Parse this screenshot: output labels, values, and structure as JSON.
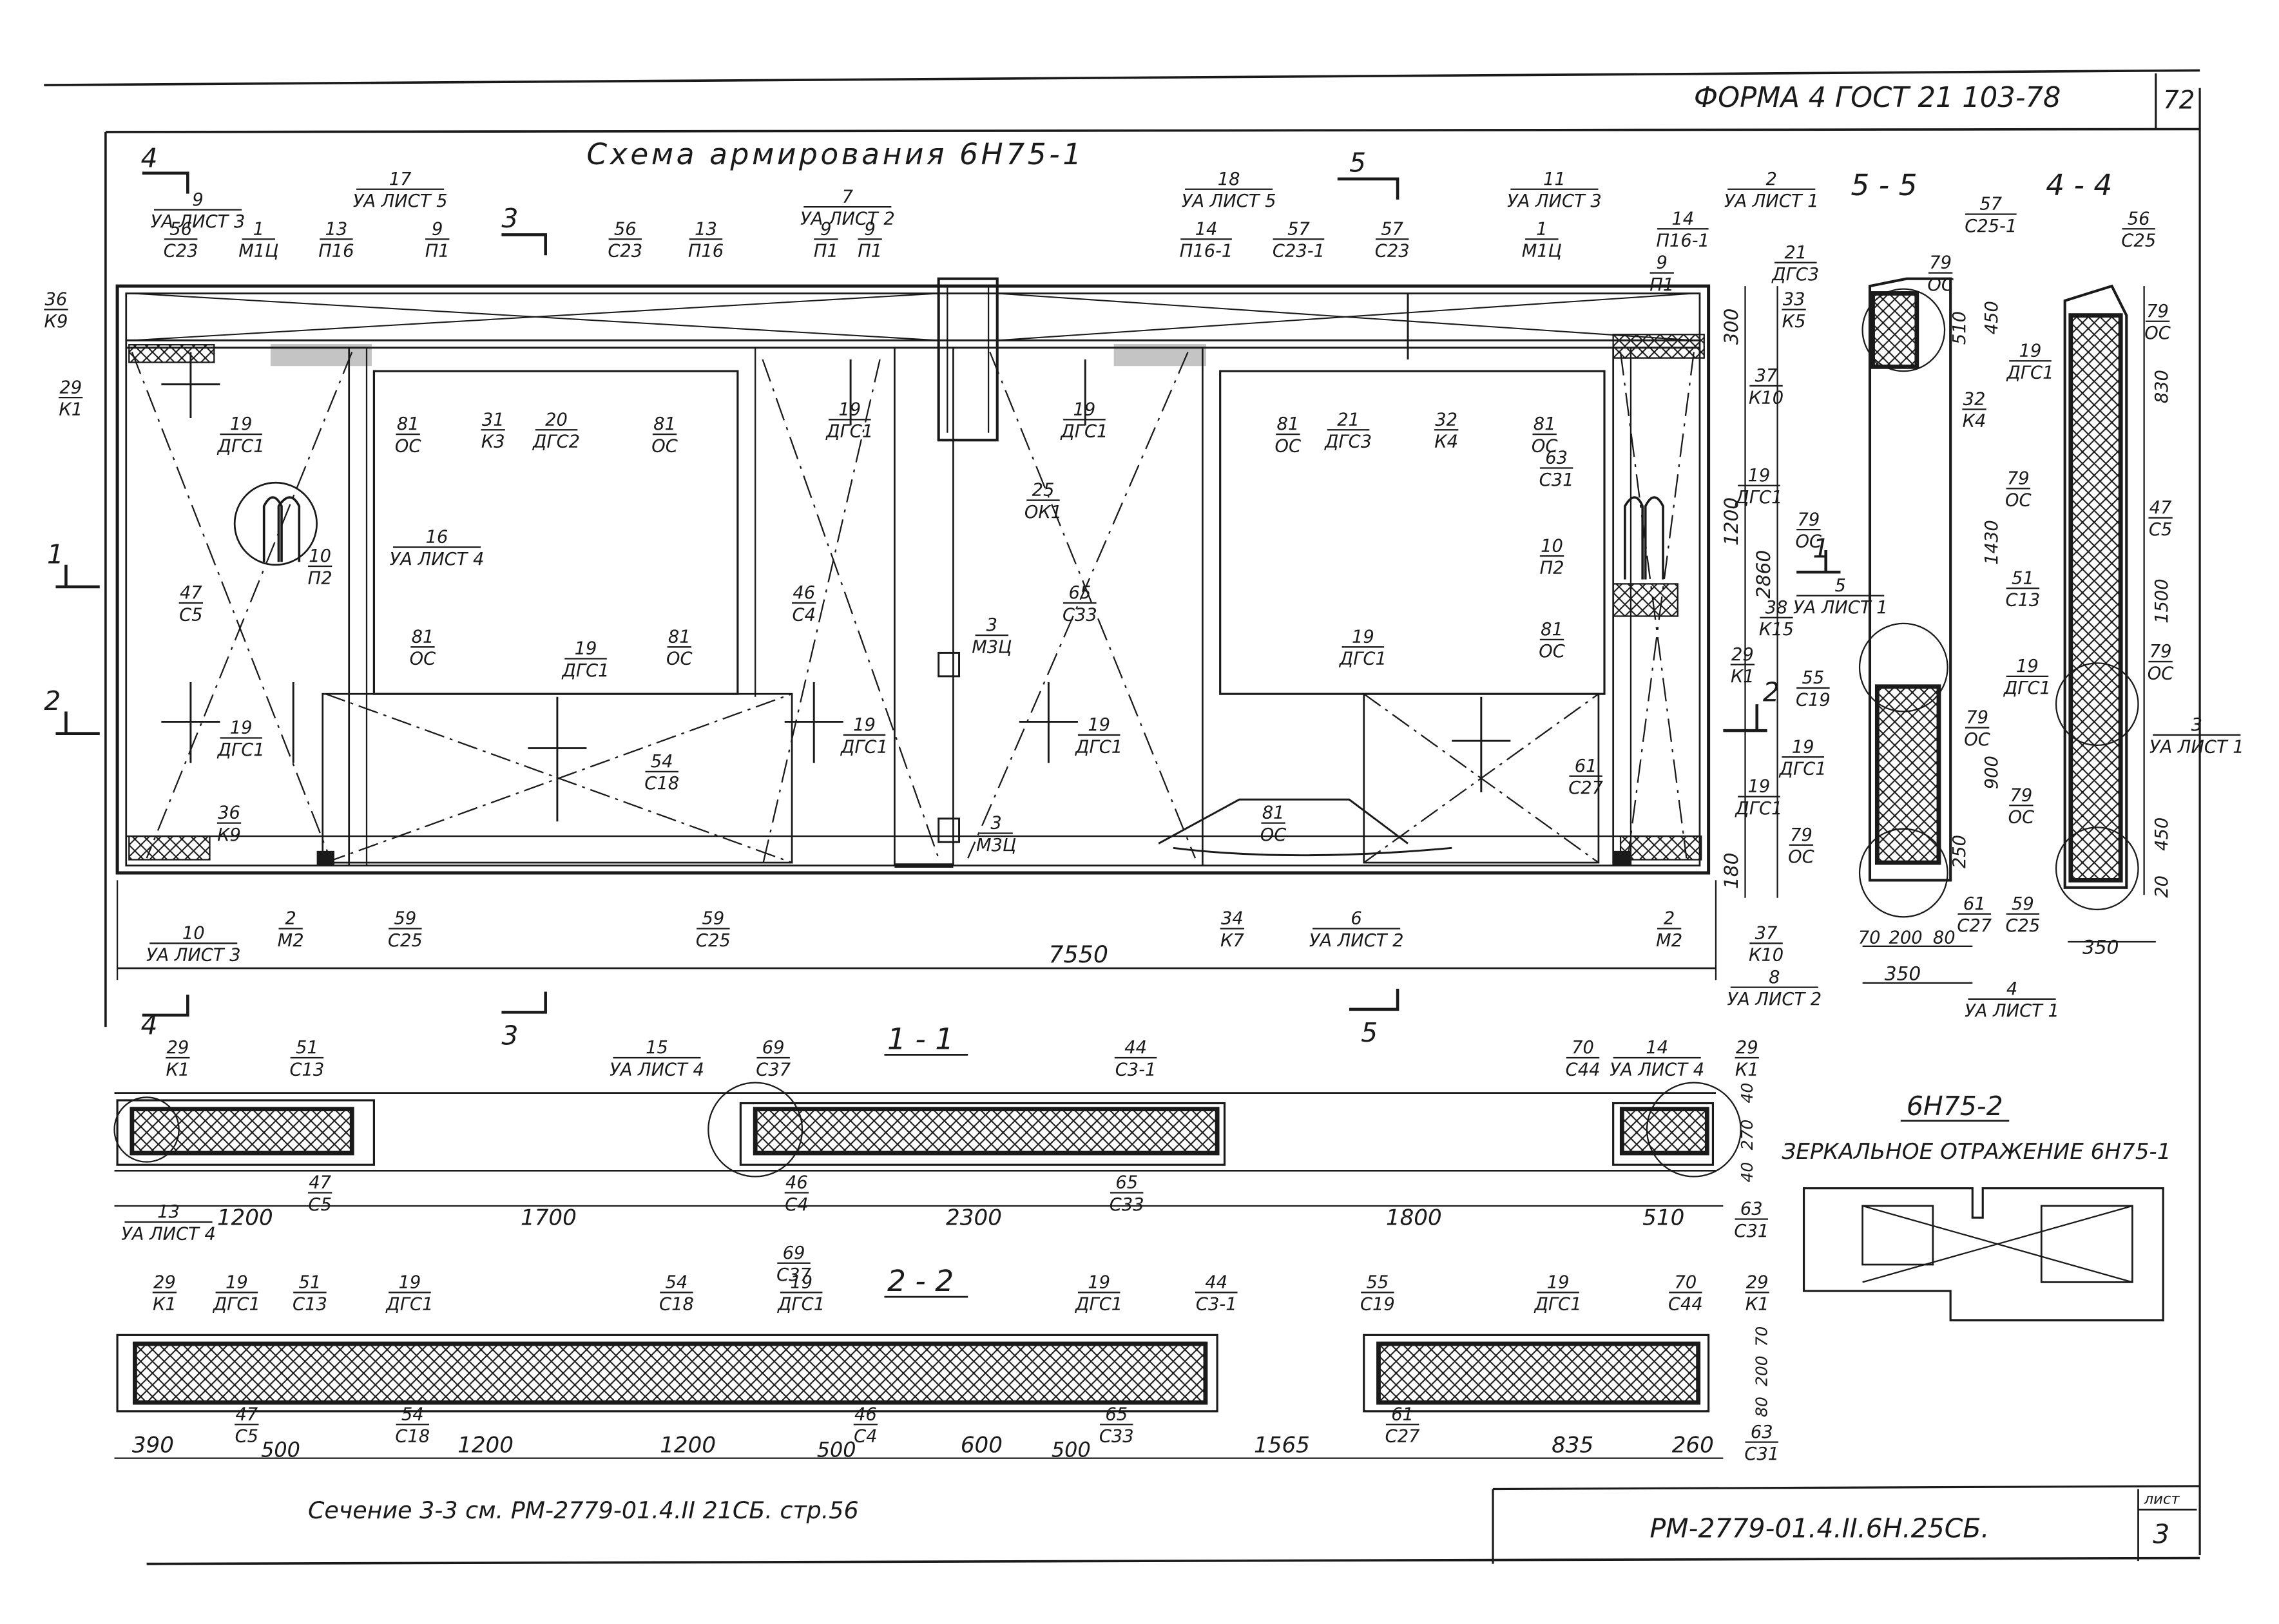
{
  "header": {
    "form_label": "ФОРМА 4 ГОСТ 21 103-78",
    "page_number": "72"
  },
  "plan": {
    "title": "Схема  армирования  6Н75-1",
    "overall_dimension": "7550",
    "callouts": [
      {
        "top": "9",
        "bottom": "УА ЛИСТ 3"
      },
      {
        "top": "56",
        "bottom": "С23"
      },
      {
        "top": "1",
        "bottom": "М1Ц"
      },
      {
        "top": "17",
        "bottom": "УА ЛИСТ 5"
      },
      {
        "top": "13",
        "bottom": "П16"
      },
      {
        "top": "9",
        "bottom": "П1"
      },
      {
        "top": "56",
        "bottom": "С23"
      },
      {
        "top": "13",
        "bottom": "П16"
      },
      {
        "top": "9",
        "bottom": "П1"
      },
      {
        "top": "7",
        "bottom": "УА ЛИСТ 2"
      },
      {
        "top": "9",
        "bottom": "П1"
      },
      {
        "top": "18",
        "bottom": "УА ЛИСТ 5"
      },
      {
        "top": "14",
        "bottom": "П16-1"
      },
      {
        "top": "57",
        "bottom": "С23-1"
      },
      {
        "top": "57",
        "bottom": "С23"
      },
      {
        "top": "11",
        "bottom": "УА ЛИСТ 3"
      },
      {
        "top": "1",
        "bottom": "М1Ц"
      },
      {
        "top": "14",
        "bottom": "П16-1"
      },
      {
        "top": "9",
        "bottom": "П1"
      },
      {
        "top": "36",
        "bottom": "К9"
      },
      {
        "top": "29",
        "bottom": "К1"
      },
      {
        "top": "19",
        "bottom": "ДГС1"
      },
      {
        "top": "81",
        "bottom": "ОС"
      },
      {
        "top": "31",
        "bottom": "К3"
      },
      {
        "top": "20",
        "bottom": "ДГС2"
      },
      {
        "top": "81",
        "bottom": "ОС"
      },
      {
        "top": "19",
        "bottom": "ДГС1"
      },
      {
        "top": "19",
        "bottom": "ДГС1"
      },
      {
        "top": "81",
        "bottom": "ОС"
      },
      {
        "top": "21",
        "bottom": "ДГС3"
      },
      {
        "top": "32",
        "bottom": "К4"
      },
      {
        "top": "81",
        "bottom": "ОС"
      },
      {
        "top": "37",
        "bottom": "К10"
      },
      {
        "top": "25",
        "bottom": "ОК1"
      },
      {
        "top": "16",
        "bottom": "УА ЛИСТ 4"
      },
      {
        "top": "10",
        "bottom": "П2"
      },
      {
        "top": "47",
        "bottom": "С5"
      },
      {
        "top": "46",
        "bottom": "С4"
      },
      {
        "top": "65",
        "bottom": "С33"
      },
      {
        "top": "3",
        "bottom": "М3Ц"
      },
      {
        "top": "63",
        "bottom": "С31"
      },
      {
        "top": "19",
        "bottom": "ДГС1"
      },
      {
        "top": "10",
        "bottom": "П2"
      },
      {
        "top": "81",
        "bottom": "ОС"
      },
      {
        "top": "19",
        "bottom": "ДГС1"
      },
      {
        "top": "81",
        "bottom": "ОС"
      },
      {
        "top": "19",
        "bottom": "ДГС1"
      },
      {
        "top": "81",
        "bottom": "ОС"
      },
      {
        "top": "38",
        "bottom": "К15"
      },
      {
        "top": "29",
        "bottom": "К1"
      },
      {
        "top": "19",
        "bottom": "ДГС1"
      },
      {
        "top": "54",
        "bottom": "С18"
      },
      {
        "top": "19",
        "bottom": "ДГС1"
      },
      {
        "top": "19",
        "bottom": "ДГС1"
      },
      {
        "top": "61",
        "bottom": "С27"
      },
      {
        "top": "19",
        "bottom": "ДГС1"
      },
      {
        "top": "36",
        "bottom": "К9"
      },
      {
        "top": "3",
        "bottom": "М3Ц"
      },
      {
        "top": "81",
        "bottom": "ОС"
      },
      {
        "top": "10",
        "bottom": "УА ЛИСТ 3"
      },
      {
        "top": "2",
        "bottom": "М2"
      },
      {
        "top": "59",
        "bottom": "С25"
      },
      {
        "top": "59",
        "bottom": "С25"
      },
      {
        "top": "34",
        "bottom": "К7"
      },
      {
        "top": "6",
        "bottom": "УА ЛИСТ 2"
      },
      {
        "top": "2",
        "bottom": "М2"
      },
      {
        "top": "37",
        "bottom": "К10"
      },
      {
        "top": "8",
        "bottom": "УА ЛИСТ 2"
      }
    ],
    "right_dims": [
      "300",
      "1200",
      "2860",
      "180"
    ],
    "cut_marks": [
      "4",
      "4",
      "3",
      "3",
      "5",
      "5",
      "1",
      "1",
      "2",
      "2"
    ]
  },
  "section_5_5": {
    "title": "5 - 5",
    "callouts": [
      {
        "top": "2",
        "bottom": "УА ЛИСТ 1"
      },
      {
        "top": "57",
        "bottom": "С25-1"
      },
      {
        "top": "21",
        "bottom": "ДГС3"
      },
      {
        "top": "79",
        "bottom": "ОС"
      },
      {
        "top": "33",
        "bottom": "К5"
      },
      {
        "top": "79",
        "bottom": "ОС"
      },
      {
        "top": "32",
        "bottom": "К4"
      },
      {
        "top": "5",
        "bottom": "УА ЛИСТ 1"
      },
      {
        "top": "55",
        "bottom": "С19"
      },
      {
        "top": "19",
        "bottom": "ДГС1"
      },
      {
        "top": "79",
        "bottom": "ОС"
      },
      {
        "top": "79",
        "bottom": "ОС"
      },
      {
        "top": "61",
        "bottom": "С27"
      }
    ],
    "dims": [
      "510",
      "450",
      "1430",
      "900",
      "250",
      "70",
      "200",
      "80",
      "350"
    ]
  },
  "section_4_4": {
    "title": "4 - 4",
    "callouts": [
      {
        "top": "56",
        "bottom": "С25"
      },
      {
        "top": "79",
        "bottom": "ОС"
      },
      {
        "top": "19",
        "bottom": "ДГС1"
      },
      {
        "top": "79",
        "bottom": "ОС"
      },
      {
        "top": "47",
        "bottom": "С5"
      },
      {
        "top": "51",
        "bottom": "С13"
      },
      {
        "top": "19",
        "bottom": "ДГС1"
      },
      {
        "top": "79",
        "bottom": "ОС"
      },
      {
        "top": "79",
        "bottom": "ОС"
      },
      {
        "top": "59",
        "bottom": "С25"
      },
      {
        "top": "4",
        "bottom": "УА ЛИСТ 1"
      },
      {
        "top": "3",
        "bottom": "УА ЛИСТ 1"
      }
    ],
    "dims": [
      "830",
      "1500",
      "450",
      "20",
      "350"
    ]
  },
  "section_1_1": {
    "title": "1 - 1",
    "callouts": [
      {
        "top": "29",
        "bottom": "К1"
      },
      {
        "top": "51",
        "bottom": "С13"
      },
      {
        "top": "15",
        "bottom": "УА ЛИСТ 4"
      },
      {
        "top": "69",
        "bottom": "С37"
      },
      {
        "top": "44",
        "bottom": "С3-1"
      },
      {
        "top": "70",
        "bottom": "С44"
      },
      {
        "top": "14",
        "bottom": "УА ЛИСТ 4"
      },
      {
        "top": "29",
        "bottom": "К1"
      },
      {
        "top": "13",
        "bottom": "УА ЛИСТ 4"
      },
      {
        "top": "47",
        "bottom": "С5"
      },
      {
        "top": "46",
        "bottom": "С4"
      },
      {
        "top": "65",
        "bottom": "С33"
      },
      {
        "top": "63",
        "bottom": "С31"
      }
    ],
    "dims": [
      "1200",
      "1700",
      "2300",
      "1800",
      "510"
    ],
    "side_dims": [
      "40",
      "270",
      "40"
    ]
  },
  "section_2_2": {
    "title": "2 - 2",
    "callouts": [
      {
        "top": "29",
        "bottom": "К1"
      },
      {
        "top": "19",
        "bottom": "ДГС1"
      },
      {
        "top": "51",
        "bottom": "С13"
      },
      {
        "top": "19",
        "bottom": "ДГС1"
      },
      {
        "top": "54",
        "bottom": "С18"
      },
      {
        "top": "69",
        "bottom": "С37"
      },
      {
        "top": "19",
        "bottom": "ДГС1"
      },
      {
        "top": "19",
        "bottom": "ДГС1"
      },
      {
        "top": "44",
        "bottom": "С3-1"
      },
      {
        "top": "55",
        "bottom": "С19"
      },
      {
        "top": "19",
        "bottom": "ДГС1"
      },
      {
        "top": "70",
        "bottom": "С44"
      },
      {
        "top": "29",
        "bottom": "К1"
      },
      {
        "top": "47",
        "bottom": "С5"
      },
      {
        "top": "54",
        "bottom": "С18"
      },
      {
        "top": "46",
        "bottom": "С4"
      },
      {
        "top": "65",
        "bottom": "С33"
      },
      {
        "top": "61",
        "bottom": "С27"
      },
      {
        "top": "63",
        "bottom": "С31"
      }
    ],
    "dims": [
      "390",
      "500",
      "1200",
      "1200",
      "500",
      "600",
      "500",
      "1565",
      "835",
      "260"
    ],
    "side_dims": [
      "70",
      "200",
      "80"
    ]
  },
  "mirror_panel": {
    "title": "6Н75-2",
    "subtitle": "ЗЕРКАЛЬНОЕ ОТРАЖЕНИЕ 6Н75-1"
  },
  "footer": {
    "section_note": "Сечение 3-3  см. РМ-2779-01.4.II  21СБ.  стр.56",
    "doc_code": "РМ-2779-01.4.II.6Н.25СБ.",
    "sheet_label": "лист",
    "sheet_number": "3"
  }
}
